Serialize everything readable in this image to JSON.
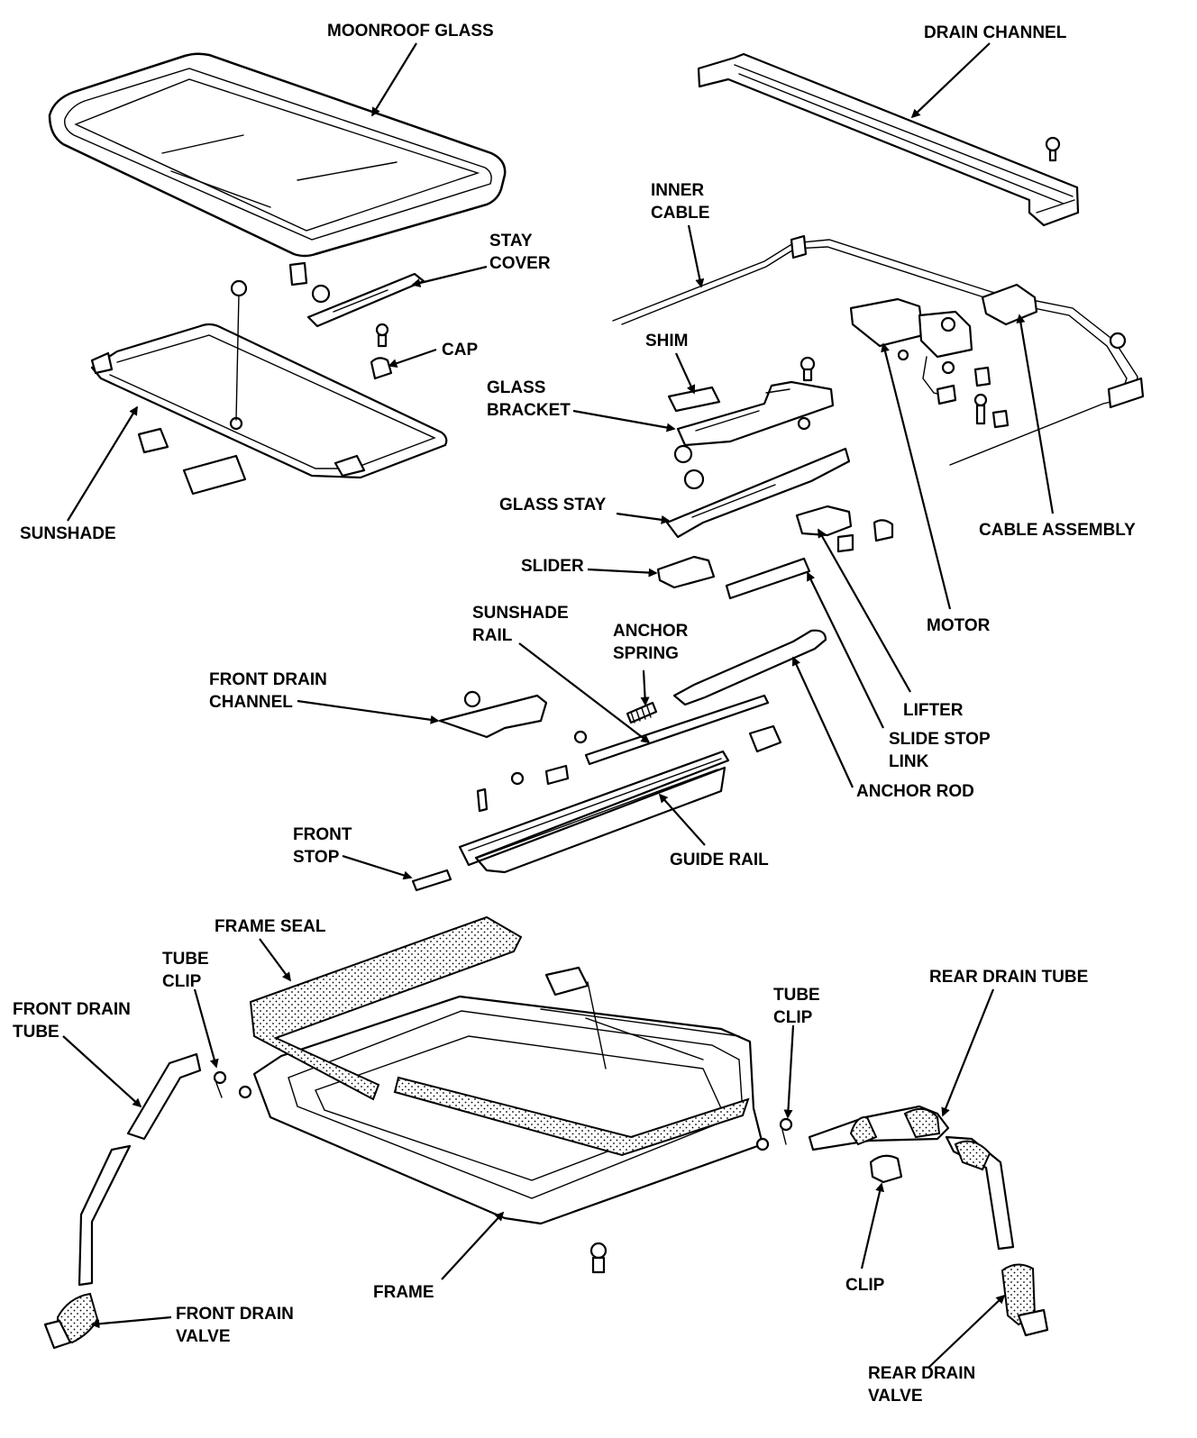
{
  "labels": {
    "moonroof_glass": "MOONROOF GLASS",
    "drain_channel": "DRAIN CHANNEL",
    "inner_cable": [
      "INNER",
      "CABLE"
    ],
    "stay_cover": [
      "STAY",
      "COVER"
    ],
    "cap": "CAP",
    "shim": "SHIM",
    "glass_bracket": [
      "GLASS",
      "BRACKET"
    ],
    "glass_stay": "GLASS STAY",
    "sunshade": "SUNSHADE",
    "cable_assembly": "CABLE ASSEMBLY",
    "slider": "SLIDER",
    "motor": "MOTOR",
    "sunshade_rail": [
      "SUNSHADE",
      "RAIL"
    ],
    "anchor_spring": [
      "ANCHOR",
      "SPRING"
    ],
    "front_drain_channel": [
      "FRONT DRAIN",
      "CHANNEL"
    ],
    "lifter": "LIFTER",
    "slide_stop_link": [
      "SLIDE STOP",
      "LINK"
    ],
    "anchor_rod": "ANCHOR ROD",
    "front_stop": [
      "FRONT",
      "STOP"
    ],
    "guide_rail": "GUIDE RAIL",
    "frame_seal": "FRAME SEAL",
    "tube_clip_left": [
      "TUBE",
      "CLIP"
    ],
    "tube_clip_right": [
      "TUBE",
      "CLIP"
    ],
    "front_drain_tube": [
      "FRONT DRAIN",
      "TUBE"
    ],
    "rear_drain_tube": "REAR DRAIN TUBE",
    "clip": "CLIP",
    "frame": "FRAME",
    "front_drain_valve": [
      "FRONT DRAIN",
      "VALVE"
    ],
    "rear_drain_valve": [
      "REAR DRAIN",
      "VALVE"
    ]
  },
  "colors": {
    "line": "#000000",
    "background": "#ffffff"
  }
}
